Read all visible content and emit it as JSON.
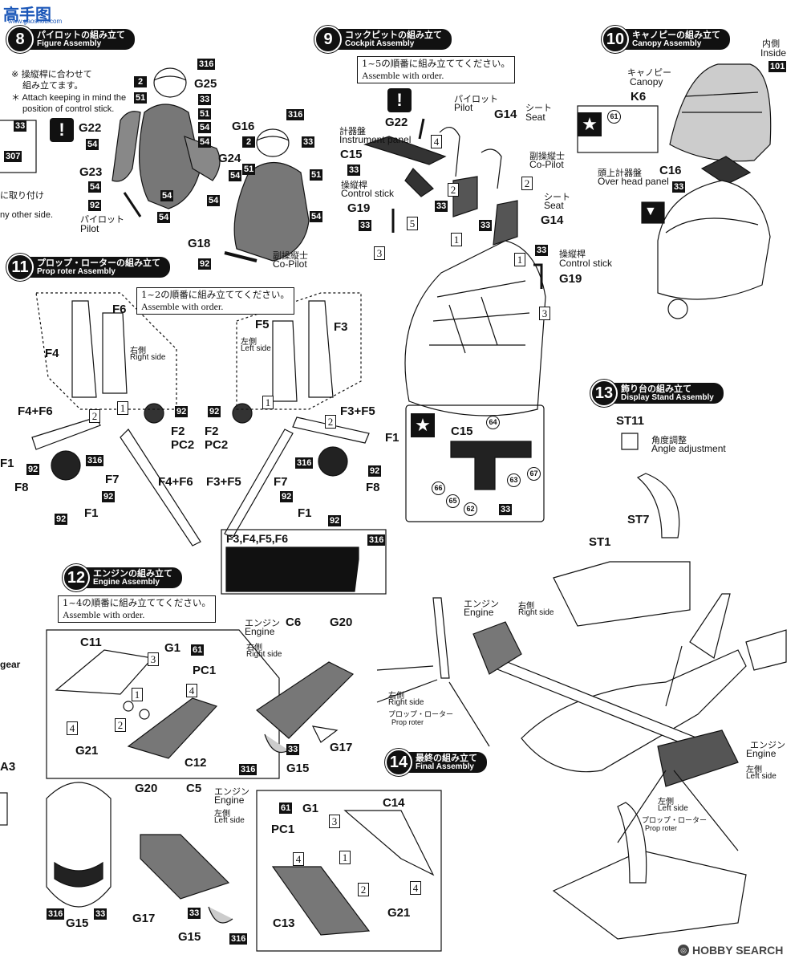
{
  "watermark_top": "高手图",
  "watermark_site": "www.gaoshou.com",
  "steps": {
    "s8": {
      "num": "8",
      "jp": "パイロットの組み立て",
      "en": "Figure Assembly"
    },
    "s9": {
      "num": "9",
      "jp": "コックピットの組み立て",
      "en": "Cockpit Assembly"
    },
    "s10": {
      "num": "10",
      "jp": "キャノピーの組み立て",
      "en": "Canopy Assembly"
    },
    "s11": {
      "num": "11",
      "jp": "プロップ・ローターの組み立て",
      "en": "Prop roter Assembly"
    },
    "s12": {
      "num": "12",
      "jp": "エンジンの組み立て",
      "en": "Engine Assembly"
    },
    "s13": {
      "num": "13",
      "jp": "飾り台の組み立て",
      "en": "Display Stand Assembly"
    },
    "s14": {
      "num": "14",
      "jp": "最終の組み立て",
      "en": "Final Assembly"
    }
  },
  "notes": {
    "n8_jp1": "※ 操縦桿に合わせて",
    "n8_jp2": "組み立てます。",
    "n8_en1": "＊ Attach keeping in mind the",
    "n8_en2": "position of control stick.",
    "n9_jp": "1~5の順番に組み立ててください。",
    "n9_en": "Assemble with order.",
    "n11_jp": "1~2の順番に組み立ててください。",
    "n11_en": "Assemble with order.",
    "n12_jp": "1~4の順番に組み立ててください。",
    "n12_en": "Assemble with order."
  },
  "left_edge": {
    "t1": "に取り付け",
    "t2": "ny other side.",
    "t3": "gear",
    "t4": "A3"
  },
  "labels": {
    "pilot_jp": "パイロット",
    "pilot_en": "Pilot",
    "copilot_jp": "副操縦士",
    "copilot_en": "Co-Pilot",
    "seat_jp": "シート",
    "seat_en": "Seat",
    "instrument_jp": "計器盤",
    "instrument_en": "Instrument panel",
    "control_jp": "操縦桿",
    "control_en": "Control stick",
    "canopy_jp": "キャノピー",
    "canopy_en": "Canopy",
    "inside_jp": "内側",
    "inside_en": "Inside",
    "overhead_jp": "頭上計器盤",
    "overhead_en": "Over head panel",
    "right_jp": "右側",
    "right_en": "Right side",
    "left_jp": "左側",
    "left_en": "Left side",
    "engine_jp": "エンジン",
    "engine_en": "Engine",
    "angle_jp": "角度調整",
    "angle_en": "Angle adjustment",
    "prop_jp": "プロップ・ローター",
    "prop_en": "Prop roter"
  },
  "parts": {
    "G25": "G25",
    "G22": "G22",
    "G23": "G23",
    "G24": "G24",
    "G16": "G16",
    "G18": "G18",
    "C15": "C15",
    "G19": "G19",
    "G14": "G14",
    "K6": "K6",
    "C16": "C16",
    "F4": "F4",
    "F6": "F6",
    "F5": "F5",
    "F3": "F3",
    "F4F6": "F4+F6",
    "F3F5": "F3+F5",
    "F2": "F2",
    "PC2": "PC2",
    "F1": "F1",
    "F7": "F7",
    "F8": "F8",
    "F3456": "F3,F4,F5,F6",
    "C11": "C11",
    "G1": "G1",
    "PC1": "PC1",
    "G21": "G21",
    "C12": "C12",
    "C6": "C6",
    "G20": "G20",
    "G17": "G17",
    "G15": "G15",
    "C5": "C5",
    "C14": "C14",
    "C13": "C13",
    "ST11": "ST11",
    "ST7": "ST7",
    "ST1": "ST1"
  },
  "colors": {
    "c316": "316",
    "c33": "33",
    "c2": "2",
    "c51": "51",
    "c54": "54",
    "c92": "92",
    "c307": "307",
    "c101": "101",
    "c61": "61",
    "c62": "62",
    "c63": "63",
    "c64": "64",
    "c65": "65",
    "c66": "66",
    "c67": "67"
  },
  "order": {
    "o1": "1",
    "o2": "2",
    "o3": "3",
    "o4": "4",
    "o5": "5"
  },
  "footer": {
    "brand": "HOBBY SEARCH"
  }
}
